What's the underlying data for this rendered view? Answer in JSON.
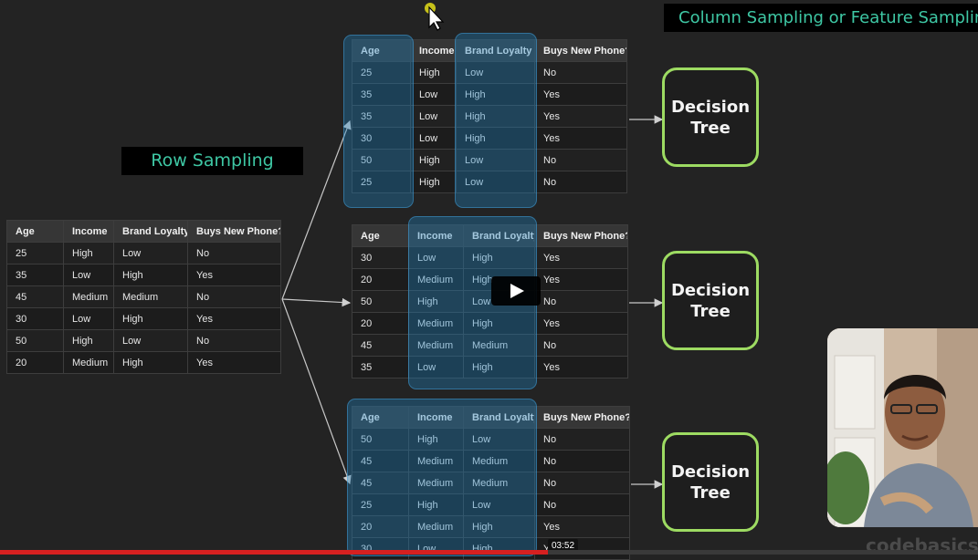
{
  "banners": {
    "row_sampling": "Row Sampling",
    "column_sampling": "Column Sampling or Feature Sampling"
  },
  "tables": {
    "original": {
      "headers": [
        "Age",
        "Income",
        "Brand Loyalty",
        "Buys New Phone?"
      ],
      "rows": [
        [
          "25",
          "High",
          "Low",
          "No"
        ],
        [
          "35",
          "Low",
          "High",
          "Yes"
        ],
        [
          "45",
          "Medium",
          "Medium",
          "No"
        ],
        [
          "30",
          "Low",
          "High",
          "Yes"
        ],
        [
          "50",
          "High",
          "Low",
          "No"
        ],
        [
          "20",
          "Medium",
          "High",
          "Yes"
        ]
      ]
    },
    "sample1": {
      "headers": [
        "Age",
        "Income",
        "Brand Loyalty",
        "Buys New Phone?"
      ],
      "rows": [
        [
          "25",
          "High",
          "Low",
          "No"
        ],
        [
          "35",
          "Low",
          "High",
          "Yes"
        ],
        [
          "35",
          "Low",
          "High",
          "Yes"
        ],
        [
          "30",
          "Low",
          "High",
          "Yes"
        ],
        [
          "50",
          "High",
          "Low",
          "No"
        ],
        [
          "25",
          "High",
          "Low",
          "No"
        ]
      ]
    },
    "sample2": {
      "headers": [
        "Age",
        "Income",
        "Brand Loyalty",
        "Buys New Phone?"
      ],
      "rows": [
        [
          "30",
          "Low",
          "High",
          "Yes"
        ],
        [
          "20",
          "Medium",
          "High",
          "Yes"
        ],
        [
          "50",
          "High",
          "Low",
          "No"
        ],
        [
          "20",
          "Medium",
          "High",
          "Yes"
        ],
        [
          "45",
          "Medium",
          "Medium",
          "No"
        ],
        [
          "35",
          "Low",
          "High",
          "Yes"
        ]
      ]
    },
    "sample3": {
      "headers": [
        "Age",
        "Income",
        "Brand Loyalty",
        "Buys New Phone?"
      ],
      "rows": [
        [
          "50",
          "High",
          "Low",
          "No"
        ],
        [
          "45",
          "Medium",
          "Medium",
          "No"
        ],
        [
          "45",
          "Medium",
          "Medium",
          "No"
        ],
        [
          "25",
          "High",
          "Low",
          "No"
        ],
        [
          "20",
          "Medium",
          "High",
          "Yes"
        ],
        [
          "30",
          "Low",
          "High",
          "Yes"
        ]
      ]
    }
  },
  "decision_trees": [
    "Decision Tree",
    "Decision Tree",
    "Decision Tree"
  ],
  "player": {
    "timestamp": "03:52",
    "watermark": "codebasics",
    "progress": 0.56,
    "play_icon": "play-icon"
  },
  "colors": {
    "background": "#232323",
    "banner_text": "#3ec7a4",
    "tree_border": "#9ddb62",
    "highlight": "#1e82be",
    "progress": "#d62020"
  }
}
